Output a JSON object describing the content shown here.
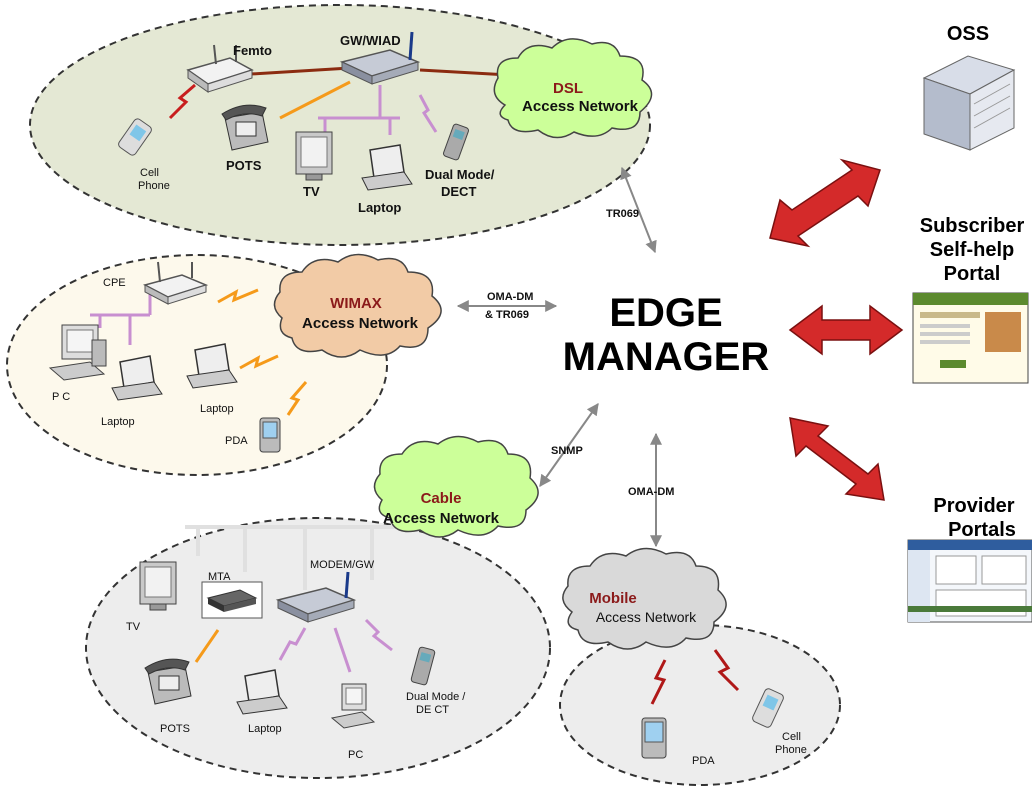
{
  "center": {
    "line1": "EDGE",
    "line2": "MANAGER"
  },
  "dsl": {
    "cloud_title": "DSL",
    "cloud_sub": "Access Network",
    "devices": {
      "femto": "Femto",
      "gw": "GW/WIAD",
      "cell1": "Cell",
      "cell2": "Phone",
      "pots": "POTS",
      "tv": "TV",
      "laptop": "Laptop",
      "dual1": "Dual Mode/",
      "dual2": "DECT"
    }
  },
  "wimax": {
    "cloud_title": "WIMAX",
    "cloud_sub": "Access Network",
    "devices": {
      "cpe": "CPE",
      "pc": "P C",
      "laptop1": "Laptop",
      "laptop2": "Laptop",
      "pda": "PDA"
    }
  },
  "cable": {
    "cloud_title": "Cable",
    "cloud_sub": "Access Network",
    "devices": {
      "mta": "MTA",
      "modem": "MODEM/GW",
      "tv": "TV",
      "pots": "POTS",
      "laptop": "Laptop",
      "pc": "PC",
      "dual1": "Dual Mode /",
      "dual2": "DE CT"
    }
  },
  "mobile": {
    "cloud_title": "Mobile",
    "cloud_sub": "Access Network",
    "devices": {
      "pda": "PDA",
      "cell1": "Cell",
      "cell2": "Phone"
    }
  },
  "protocols": {
    "tr069": "TR069",
    "omadm_tr1": "OMA-DM",
    "omadm_tr2": "& TR069",
    "snmp": "SNMP",
    "omadm": "OMA-DM"
  },
  "right": {
    "oss": "OSS",
    "subscriber1": "Subscriber",
    "subscriber2": "Self-help",
    "subscriber3": "Portal",
    "provider1": "Provider",
    "provider2": "Portals"
  },
  "colors": {
    "dsl_cloud": "#ccff99",
    "wimax_cloud": "#f2cba6",
    "cable_cloud": "#ccff99",
    "mobile_cloud": "#d9d9d9",
    "arrow_red": "#d42a2a",
    "link_dsl": "#8b2b10",
    "link_orange": "#f59a1a",
    "link_purple": "#c88fd0"
  }
}
